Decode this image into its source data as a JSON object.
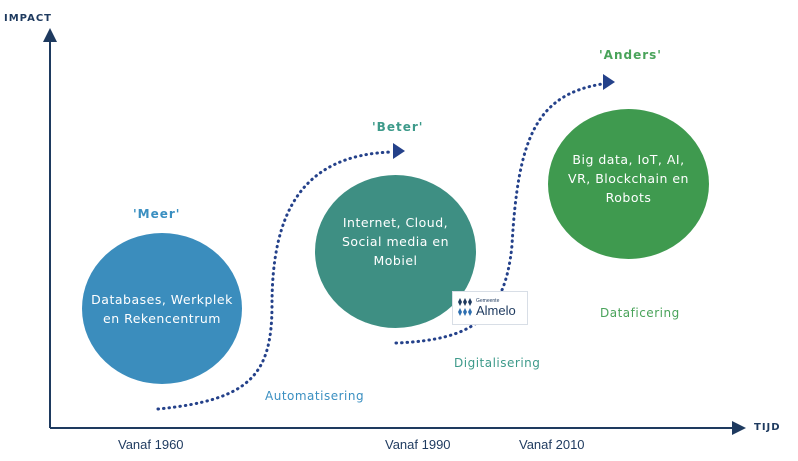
{
  "axes": {
    "y_label": "IMPACT",
    "x_label": "TIJD"
  },
  "phases": [
    {
      "quote": "'Meer'",
      "circle_lines": [
        "Databases, Werkplek",
        "en Rekencentrum"
      ],
      "label": "Automatisering",
      "era": "Vanaf 1960",
      "circle_color": "#3b8dbd",
      "text_color": "#3a8fc1"
    },
    {
      "quote": "'Beter'",
      "circle_lines": [
        "Internet, Cloud,",
        "Social media en",
        "Mobiel"
      ],
      "label": "Digitalisering",
      "era": "Vanaf 1990",
      "circle_color": "#3e8f83",
      "text_color": "#3d9a8a"
    },
    {
      "quote": "'Anders'",
      "circle_lines": [
        "Big data, IoT, AI,",
        "VR, Blockchain en",
        "Robots"
      ],
      "label": "Dataficering",
      "era": "Vanaf 2010",
      "circle_color": "#3f9a4f",
      "text_color": "#49a35a"
    }
  ],
  "logo": {
    "small_text": "Gemeente",
    "name": "Almelo"
  },
  "colors": {
    "axis": "#1e3a5f",
    "dots": "#24418a",
    "background": "#ffffff"
  }
}
